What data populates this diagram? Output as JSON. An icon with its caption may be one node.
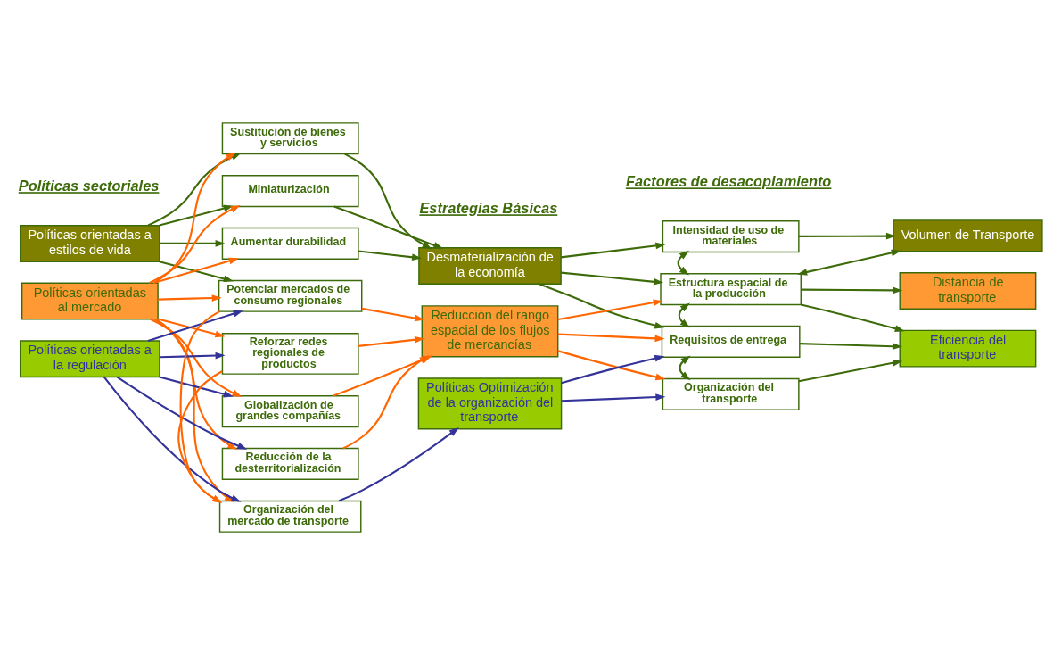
{
  "diagram": {
    "nodes": [
      {
        "text": [
          "Políticas orientadas a estilos de vida"
        ]
      },
      {
        "text": [
          "Políticas orientadas al mercado"
        ]
      },
      {
        "text": [
          "Políticas orientadas a la regulación"
        ]
      },
      {
        "text": [
          "Sustitución de bienes y servicios"
        ]
      },
      {
        "text": [
          "Miniaturización"
        ]
      },
      {
        "text": [
          "Aumentar durabilidad"
        ]
      },
      {
        "text": [
          "Potenciar mercados de consumo regionales"
        ]
      },
      {
        "text": [
          "Reforzar redes regionales de productos"
        ]
      },
      {
        "text": [
          "Globalización de grandes compañías"
        ]
      },
      {
        "text": [
          "Reducción de la desterritorialización"
        ]
      },
      {
        "text": [
          "Organización del mercado de transporte"
        ]
      },
      {
        "text": [
          "Desmaterialización de la economía"
        ]
      },
      {
        "text": [
          "Reducción del rango espacial de los flujos de mercancías"
        ]
      },
      {
        "text": [
          "Políticas Optimización de la organización del transporte"
        ]
      },
      {
        "text": [
          "Intensidad de uso de materiales"
        ]
      },
      {
        "text": [
          "Estructura espacial de la producción"
        ]
      },
      {
        "text": [
          "Requisitos de entrega"
        ]
      },
      {
        "text": [
          "Organización del transporte"
        ]
      },
      {
        "text": [
          "Volumen de Transporte"
        ]
      },
      {
        "text": [
          "Distancia de transporte"
        ]
      },
      {
        "text": [
          "Eficiencia del transporte"
        ]
      }
    ],
    "edges": [
      {
        "from": 0,
        "to": 3,
        "arrow": "to"
      },
      {
        "from": 0,
        "to": 4,
        "arrow": "to"
      },
      {
        "from": 0,
        "to": 5,
        "arrow": "to"
      },
      {
        "from": 0,
        "to": 6,
        "arrow": "to"
      },
      {
        "from": 1,
        "to": 3,
        "arrow": "to",
        "color": "#ff6600"
      },
      {
        "from": 1,
        "to": 4,
        "arrow": "to",
        "color": "#ff6600"
      },
      {
        "from": 1,
        "to": 5,
        "arrow": "to",
        "color": "#ff6600"
      },
      {
        "from": 1,
        "to": 6,
        "arrow": "to",
        "color": "#ff6600"
      },
      {
        "from": 1,
        "to": 7,
        "arrow": "to",
        "color": "#ff6600"
      },
      {
        "from": 1,
        "to": 8,
        "arrow": "to",
        "color": "#ff6600"
      },
      {
        "from": 1,
        "to": 9,
        "arrow": "to",
        "color": "#ff6600"
      },
      {
        "from": 1,
        "to": 10,
        "arrow": "to",
        "color": "#ff6600"
      },
      {
        "from": 2,
        "to": 6,
        "arrow": "to",
        "color": "#333399"
      },
      {
        "from": 2,
        "to": 7,
        "arrow": "to",
        "color": "#333399"
      },
      {
        "from": 2,
        "to": 8,
        "arrow": "to",
        "color": "#333399"
      },
      {
        "from": 2,
        "to": 9,
        "arrow": "to",
        "color": "#333399"
      },
      {
        "from": 2,
        "to": 10,
        "arrow": "to",
        "color": "#333399"
      },
      {
        "from": 3,
        "to": 11,
        "arrow": "to"
      },
      {
        "from": 4,
        "to": 11,
        "arrow": "to"
      },
      {
        "from": 5,
        "to": 11,
        "arrow": "to"
      },
      {
        "from": 6,
        "to": 12,
        "arrow": "to",
        "color": "#ff6600"
      },
      {
        "from": 7,
        "to": 12,
        "arrow": "to",
        "color": "#ff6600"
      },
      {
        "from": 8,
        "to": 12,
        "arrow": "to",
        "color": "#ff6600"
      },
      {
        "from": 9,
        "to": 12,
        "arrow": "to",
        "color": "#ff6600"
      },
      {
        "from": 6,
        "to": 10,
        "arrow": "to",
        "color": "#ff6600"
      },
      {
        "from": 7,
        "to": 10,
        "arrow": "to",
        "color": "#ff6600"
      },
      {
        "from": 10,
        "to": 13,
        "arrow": "to",
        "color": "#333399"
      },
      {
        "from": 11,
        "to": 14,
        "arrow": "to"
      },
      {
        "from": 11,
        "to": 15,
        "arrow": "to"
      },
      {
        "from": 11,
        "to": 16,
        "arrow": "to"
      },
      {
        "from": 12,
        "to": 15,
        "arrow": "to",
        "color": "#ff6600"
      },
      {
        "from": 12,
        "to": 16,
        "arrow": "to",
        "color": "#ff6600"
      },
      {
        "from": 12,
        "to": 17,
        "arrow": "to",
        "color": "#ff6600"
      },
      {
        "from": 13,
        "to": 16,
        "arrow": "to",
        "color": "#333399"
      },
      {
        "from": 13,
        "to": 17,
        "arrow": "to",
        "color": "#333399"
      },
      {
        "from": 14,
        "to": 15,
        "arrow": "both"
      },
      {
        "from": 15,
        "to": 16,
        "arrow": "both"
      },
      {
        "from": 16,
        "to": 17,
        "arrow": "both"
      },
      {
        "from": 15,
        "to": 18,
        "arrow": "both"
      },
      {
        "from": 14,
        "to": 18,
        "arrow": "to"
      },
      {
        "from": 15,
        "to": 19,
        "arrow": "to"
      },
      {
        "from": 15,
        "to": 20,
        "arrow": "to"
      },
      {
        "from": 16,
        "to": 20,
        "arrow": "to"
      },
      {
        "from": 17,
        "to": 20,
        "arrow": "to"
      }
    ],
    "labels": [
      "Políticas sectoriales",
      "Estrategias Básicas",
      "Factores de desacoplamiento"
    ]
  }
}
